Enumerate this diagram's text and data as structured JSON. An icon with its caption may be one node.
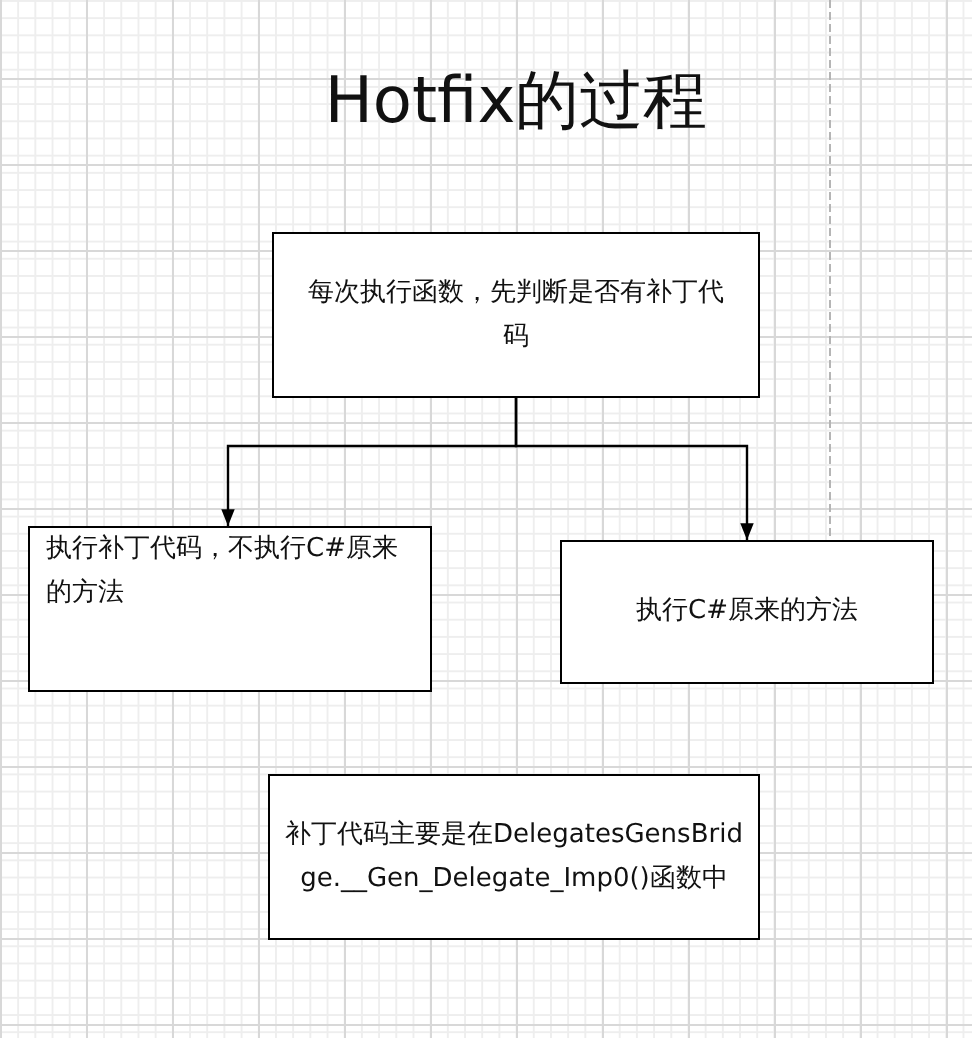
{
  "diagram": {
    "title": "Hotfix的过程",
    "nodes": [
      {
        "text": [
          "每次执行函数，先判断是否有补丁代码"
        ]
      },
      {
        "text": [
          "执行补丁代码，不执行C#原来的方法"
        ]
      },
      {
        "text": [
          "执行C#原来的方法"
        ]
      },
      {
        "text": [
          "补丁代码主要是在DelegatesGensBridge.__Gen_Delegate_Imp0()函数中"
        ]
      }
    ],
    "edges": [
      {
        "from": 0,
        "to": 1,
        "arrow": "to"
      },
      {
        "from": 0,
        "to": 2,
        "arrow": "to"
      }
    ]
  }
}
